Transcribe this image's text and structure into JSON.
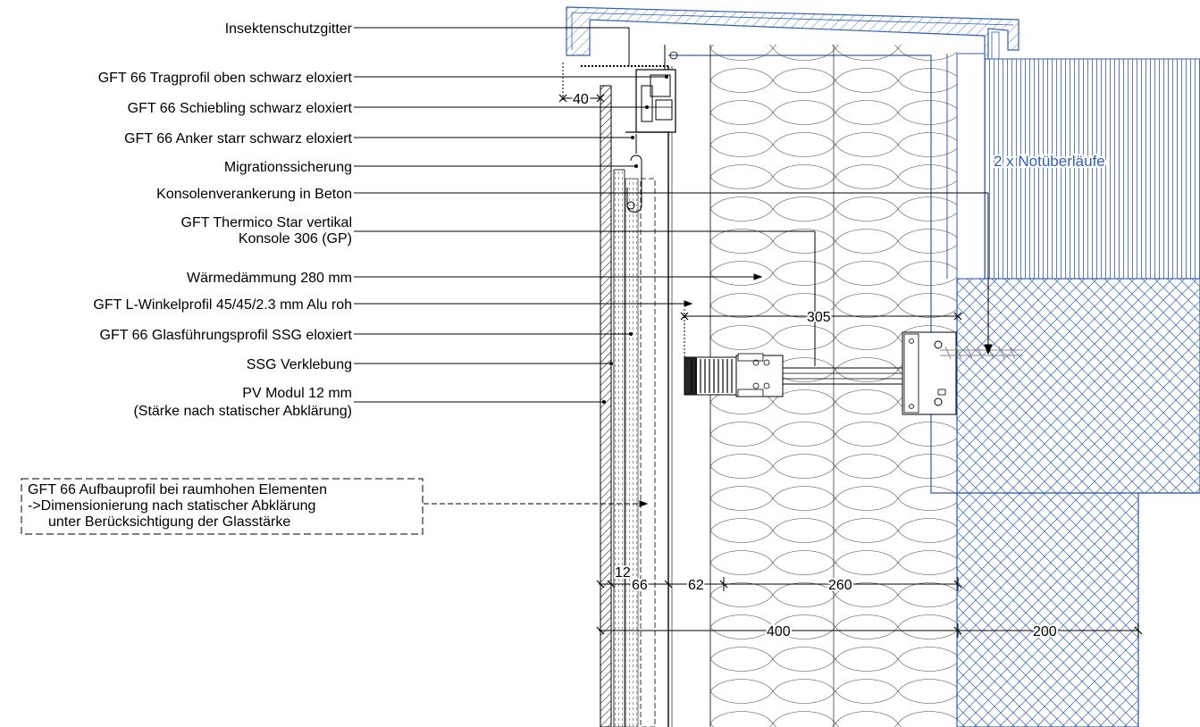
{
  "colors": {
    "black": "#000000",
    "blue": "#2f5fb0",
    "background": "#ffffff"
  },
  "labels": {
    "insektenschutzgitter": "Insektenschutzgitter",
    "tragprofil": "GFT 66 Tragprofil oben schwarz eloxiert",
    "schiebling": "GFT 66 Schiebling schwarz eloxiert",
    "anker": "GFT 66 Anker starr schwarz eloxiert",
    "migration": "Migrationssicherung",
    "konsolenverankerung": "Konsolenverankerung in Beton",
    "thermico_1": "GFT Thermico Star vertikal",
    "thermico_2": "Konsole 306 (GP)",
    "daemmung": "Wärmedämmung 280 mm",
    "lwinkel": "GFT L-Winkelprofil  45/45/2.3 mm Alu roh",
    "glasfuehrung": "GFT 66 Glasführungsprofil SSG eloxiert",
    "ssg": "SSG Verklebung",
    "pv_1": "PV Modul 12 mm",
    "pv_2": "(Stärke nach statischer Abklärung)",
    "aufbau_1": "GFT 66 Aufbauprofil bei raumhohen Elementen",
    "aufbau_2": "->Dimensionierung nach statischer Abklärung",
    "aufbau_3": "unter Berücksichtigung der Glasstärke",
    "notueberlaeufe": "2 x Notüberläufe"
  },
  "dimensions": {
    "d40": "40",
    "d305": "305",
    "d12": "12",
    "d66": "66",
    "d62": "62",
    "d260": "260",
    "d400": "400",
    "d200": "200"
  }
}
